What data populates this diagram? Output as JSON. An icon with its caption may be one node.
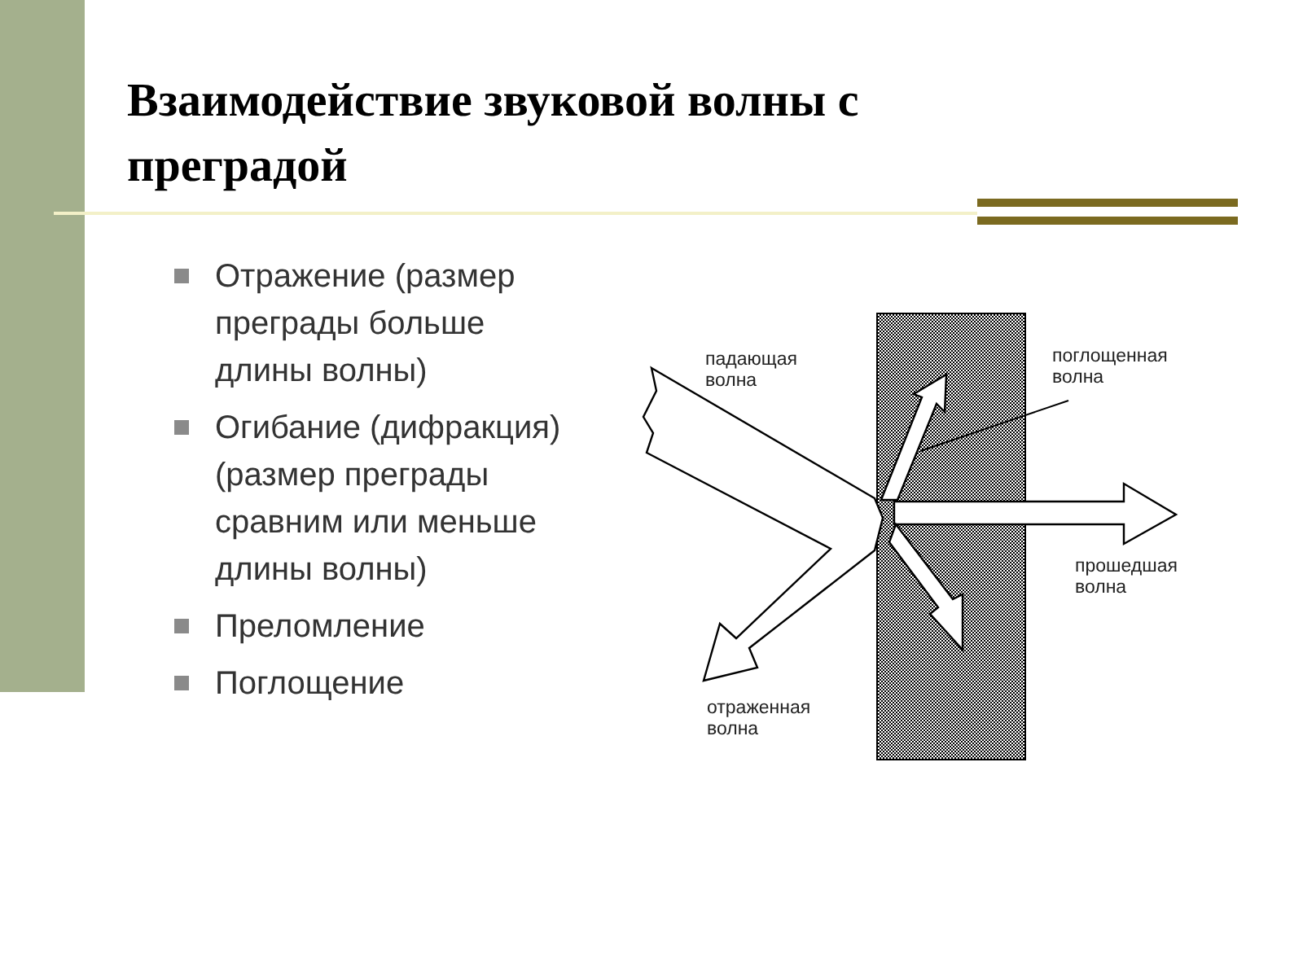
{
  "diagram": {
    "title": "Взаимодействие звуковой волны с преградой",
    "nodes": [
      {
        "text": [
          "поглощенная волна"
        ]
      },
      {
        "text": [],
        "shape": "box"
      }
    ],
    "edges": [
      {
        "from": 0,
        "to": 1,
        "arrow": "none"
      }
    ],
    "labels": [
      "Отражение (размер преграды больше длины волны)",
      "Огибание (дифракция) (размер преграды сравним или меньше длины волны)",
      "Преломление",
      "Поглощение",
      "падающая волна",
      "прошедшая волна",
      "отраженная волна"
    ]
  }
}
